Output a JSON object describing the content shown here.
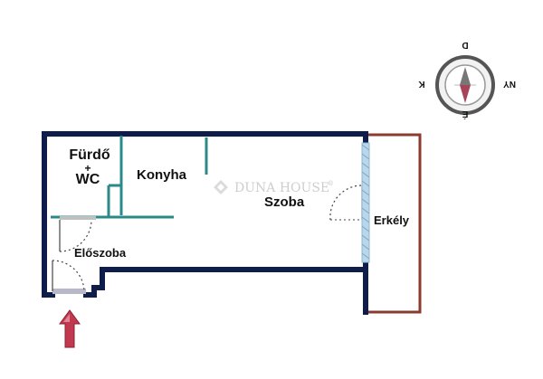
{
  "rooms": {
    "bathroom": "Fürdő",
    "plus": "+",
    "wc": "WC",
    "kitchen": "Konyha",
    "room": "Szoba",
    "hall": "Előszoba",
    "balcony": "Erkély"
  },
  "watermark": {
    "brand": "DUNA HOUSE",
    "registered": "®"
  },
  "compass": {
    "north": "É",
    "south": "D",
    "east": "K",
    "west": "NY"
  },
  "colors": {
    "wall": "#0f1d4a",
    "partition": "#2a8a8a",
    "balcony_outline": "#8b3a2e",
    "entrance_arrow": "#c0394f",
    "window": "#8fb8d6",
    "compass_ring": "#555555"
  },
  "icons": {
    "entrance": "entrance-arrow-icon",
    "compass": "compass-icon",
    "watermark_logo": "duna-house-logo-icon"
  }
}
